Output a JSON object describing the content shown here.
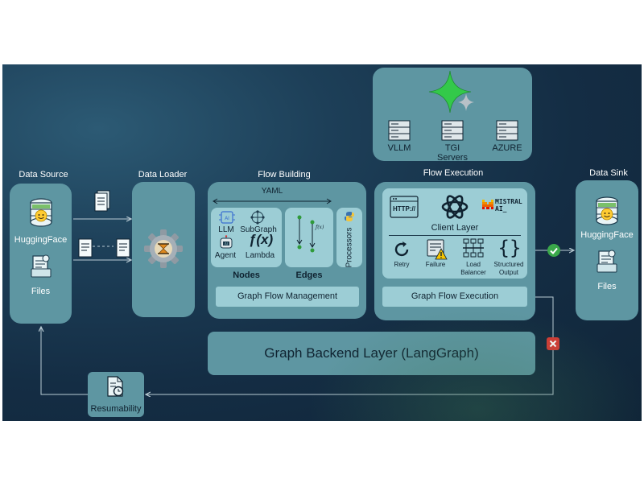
{
  "source": {
    "title": "Data Source",
    "huggingface": "HuggingFace",
    "files": "Files"
  },
  "loader": {
    "title": "Data Loader"
  },
  "flow_building": {
    "title": "Flow Building",
    "yaml": "YAML",
    "llm": "LLM",
    "subgraph": "SubGraph",
    "agent": "Agent",
    "lambda": "Lambda",
    "nodes": "Nodes",
    "edges": "Edges",
    "processors": "Processors",
    "management": "Graph Flow Management"
  },
  "servers": {
    "vllm": "VLLM",
    "tgi": "TGI",
    "azure": "AZURE",
    "label": "Servers"
  },
  "flow_execution": {
    "title": "Flow Execution",
    "http": "HTTP://",
    "mistral_line1": "MISTRAL",
    "mistral_line2": "AI_",
    "client_layer": "Client Layer",
    "retry": "Retry",
    "failure": "Failure",
    "load_balancer_1": "Load",
    "load_balancer_2": "Balancer",
    "structured_1": "Structured",
    "structured_2": "Output",
    "execution": "Graph Flow Execution"
  },
  "sink": {
    "title": "Data Sink",
    "huggingface": "HuggingFace",
    "files": "Files"
  },
  "backend": {
    "label": "Graph Backend Layer (LangGraph)"
  },
  "resumability": {
    "label": "Resumability"
  },
  "colors": {
    "background": "#153048",
    "panel": "#5e96a2",
    "inner": "#9ccdd5",
    "success": "#3aa84a",
    "error": "#d63a34"
  }
}
